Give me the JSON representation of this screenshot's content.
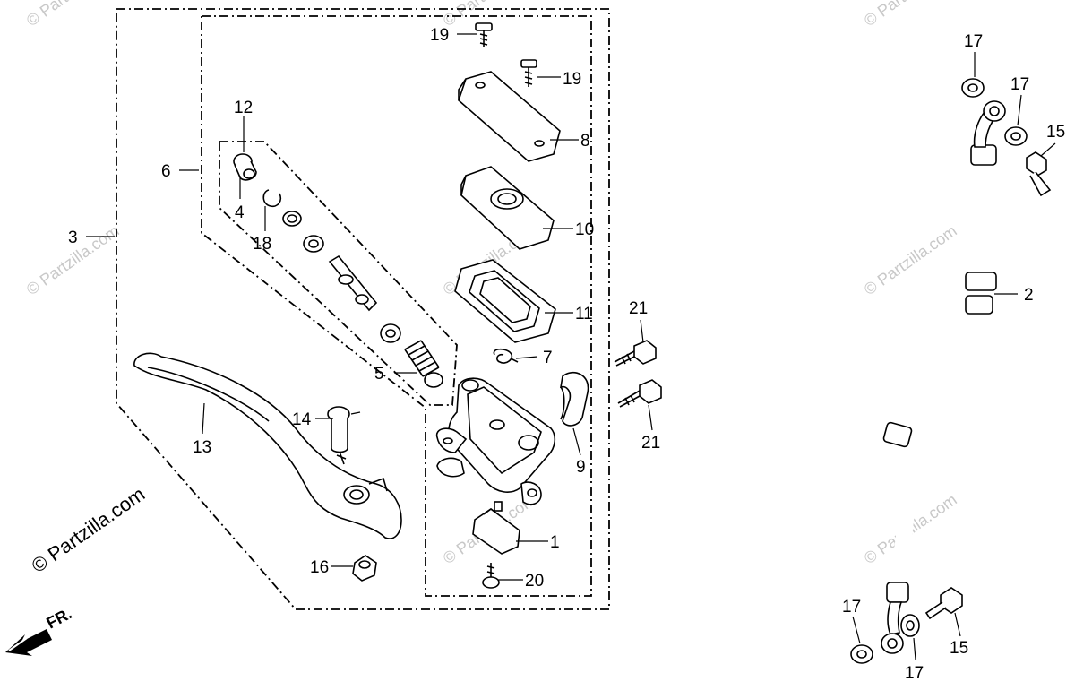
{
  "callouts": [
    {
      "id": "c1",
      "text": "1"
    },
    {
      "id": "c2",
      "text": "2"
    },
    {
      "id": "c3",
      "text": "3"
    },
    {
      "id": "c4",
      "text": "4"
    },
    {
      "id": "c5",
      "text": "5"
    },
    {
      "id": "c6",
      "text": "6"
    },
    {
      "id": "c7",
      "text": "7"
    },
    {
      "id": "c8",
      "text": "8"
    },
    {
      "id": "c9",
      "text": "9"
    },
    {
      "id": "c10",
      "text": "10"
    },
    {
      "id": "c11",
      "text": "11"
    },
    {
      "id": "c12",
      "text": "12"
    },
    {
      "id": "c13",
      "text": "13"
    },
    {
      "id": "c14",
      "text": "14"
    },
    {
      "id": "c15a",
      "text": "15"
    },
    {
      "id": "c15b",
      "text": "15"
    },
    {
      "id": "c16",
      "text": "16"
    },
    {
      "id": "c17a",
      "text": "17"
    },
    {
      "id": "c17b",
      "text": "17"
    },
    {
      "id": "c17c",
      "text": "17"
    },
    {
      "id": "c17d",
      "text": "17"
    },
    {
      "id": "c18",
      "text": "18"
    },
    {
      "id": "c19a",
      "text": "19"
    },
    {
      "id": "c19b",
      "text": "19"
    },
    {
      "id": "c20",
      "text": "20"
    },
    {
      "id": "c21a",
      "text": "21"
    },
    {
      "id": "c21b",
      "text": "21"
    }
  ],
  "direction_label": "FR.",
  "watermark_text": "© Partzilla.com",
  "copyright_label": "© Partzilla.com"
}
